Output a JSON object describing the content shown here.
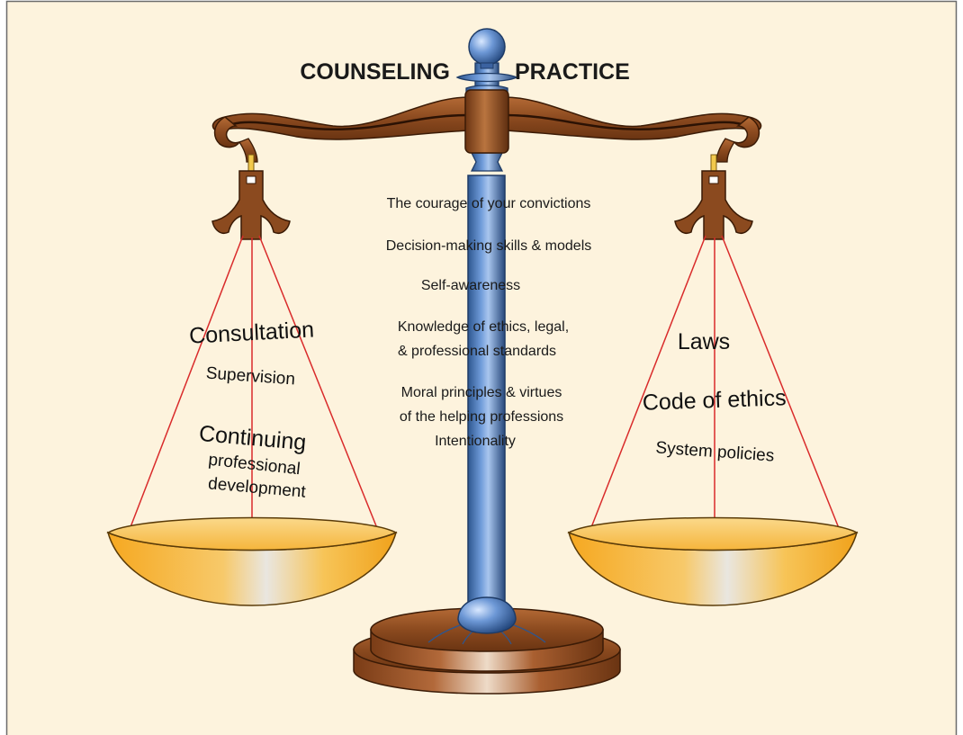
{
  "title": {
    "left": "COUNSELING",
    "right": "PRACTICE"
  },
  "center_items": [
    "The courage of your convictions",
    "Decision-making skills & models",
    "Self-awareness",
    "Knowledge of ethics, legal,",
    "& professional standards",
    "Moral principles & virtues",
    "of the helping professions",
    "Intentionality"
  ],
  "left_pan": {
    "items": [
      "Consultation",
      "Supervision",
      "Continuing",
      "professional",
      "development"
    ]
  },
  "right_pan": {
    "items": [
      "Laws",
      "Code of ethics",
      "System policies"
    ]
  },
  "colors": {
    "background": "#fdf3dd",
    "border": "#6b6b6b",
    "wood": "#8b4a1f",
    "wood_dark": "#4a2208",
    "pole_blue": "#4f7fc4",
    "pan_gold": "#f6b23b",
    "string": "#d92b2b"
  }
}
